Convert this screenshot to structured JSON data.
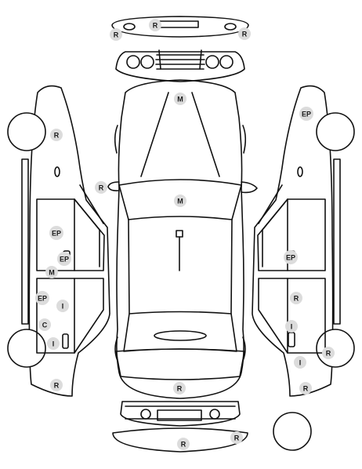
{
  "diagram": {
    "badges": [
      {
        "code": "R"
      },
      {
        "code": "R"
      },
      {
        "code": "R"
      },
      {
        "code": "M"
      },
      {
        "code": "M"
      },
      {
        "code": "R"
      },
      {
        "code": "R"
      },
      {
        "code": "EP"
      },
      {
        "code": "EP"
      },
      {
        "code": "M"
      },
      {
        "code": "EP"
      },
      {
        "code": "I"
      },
      {
        "code": "C"
      },
      {
        "code": "I"
      },
      {
        "code": "R"
      },
      {
        "code": "EP"
      },
      {
        "code": "EP"
      },
      {
        "code": "R"
      },
      {
        "code": "I"
      },
      {
        "code": "R"
      },
      {
        "code": "I"
      },
      {
        "code": "R"
      },
      {
        "code": "R"
      },
      {
        "code": "R"
      },
      {
        "code": "R"
      }
    ]
  }
}
